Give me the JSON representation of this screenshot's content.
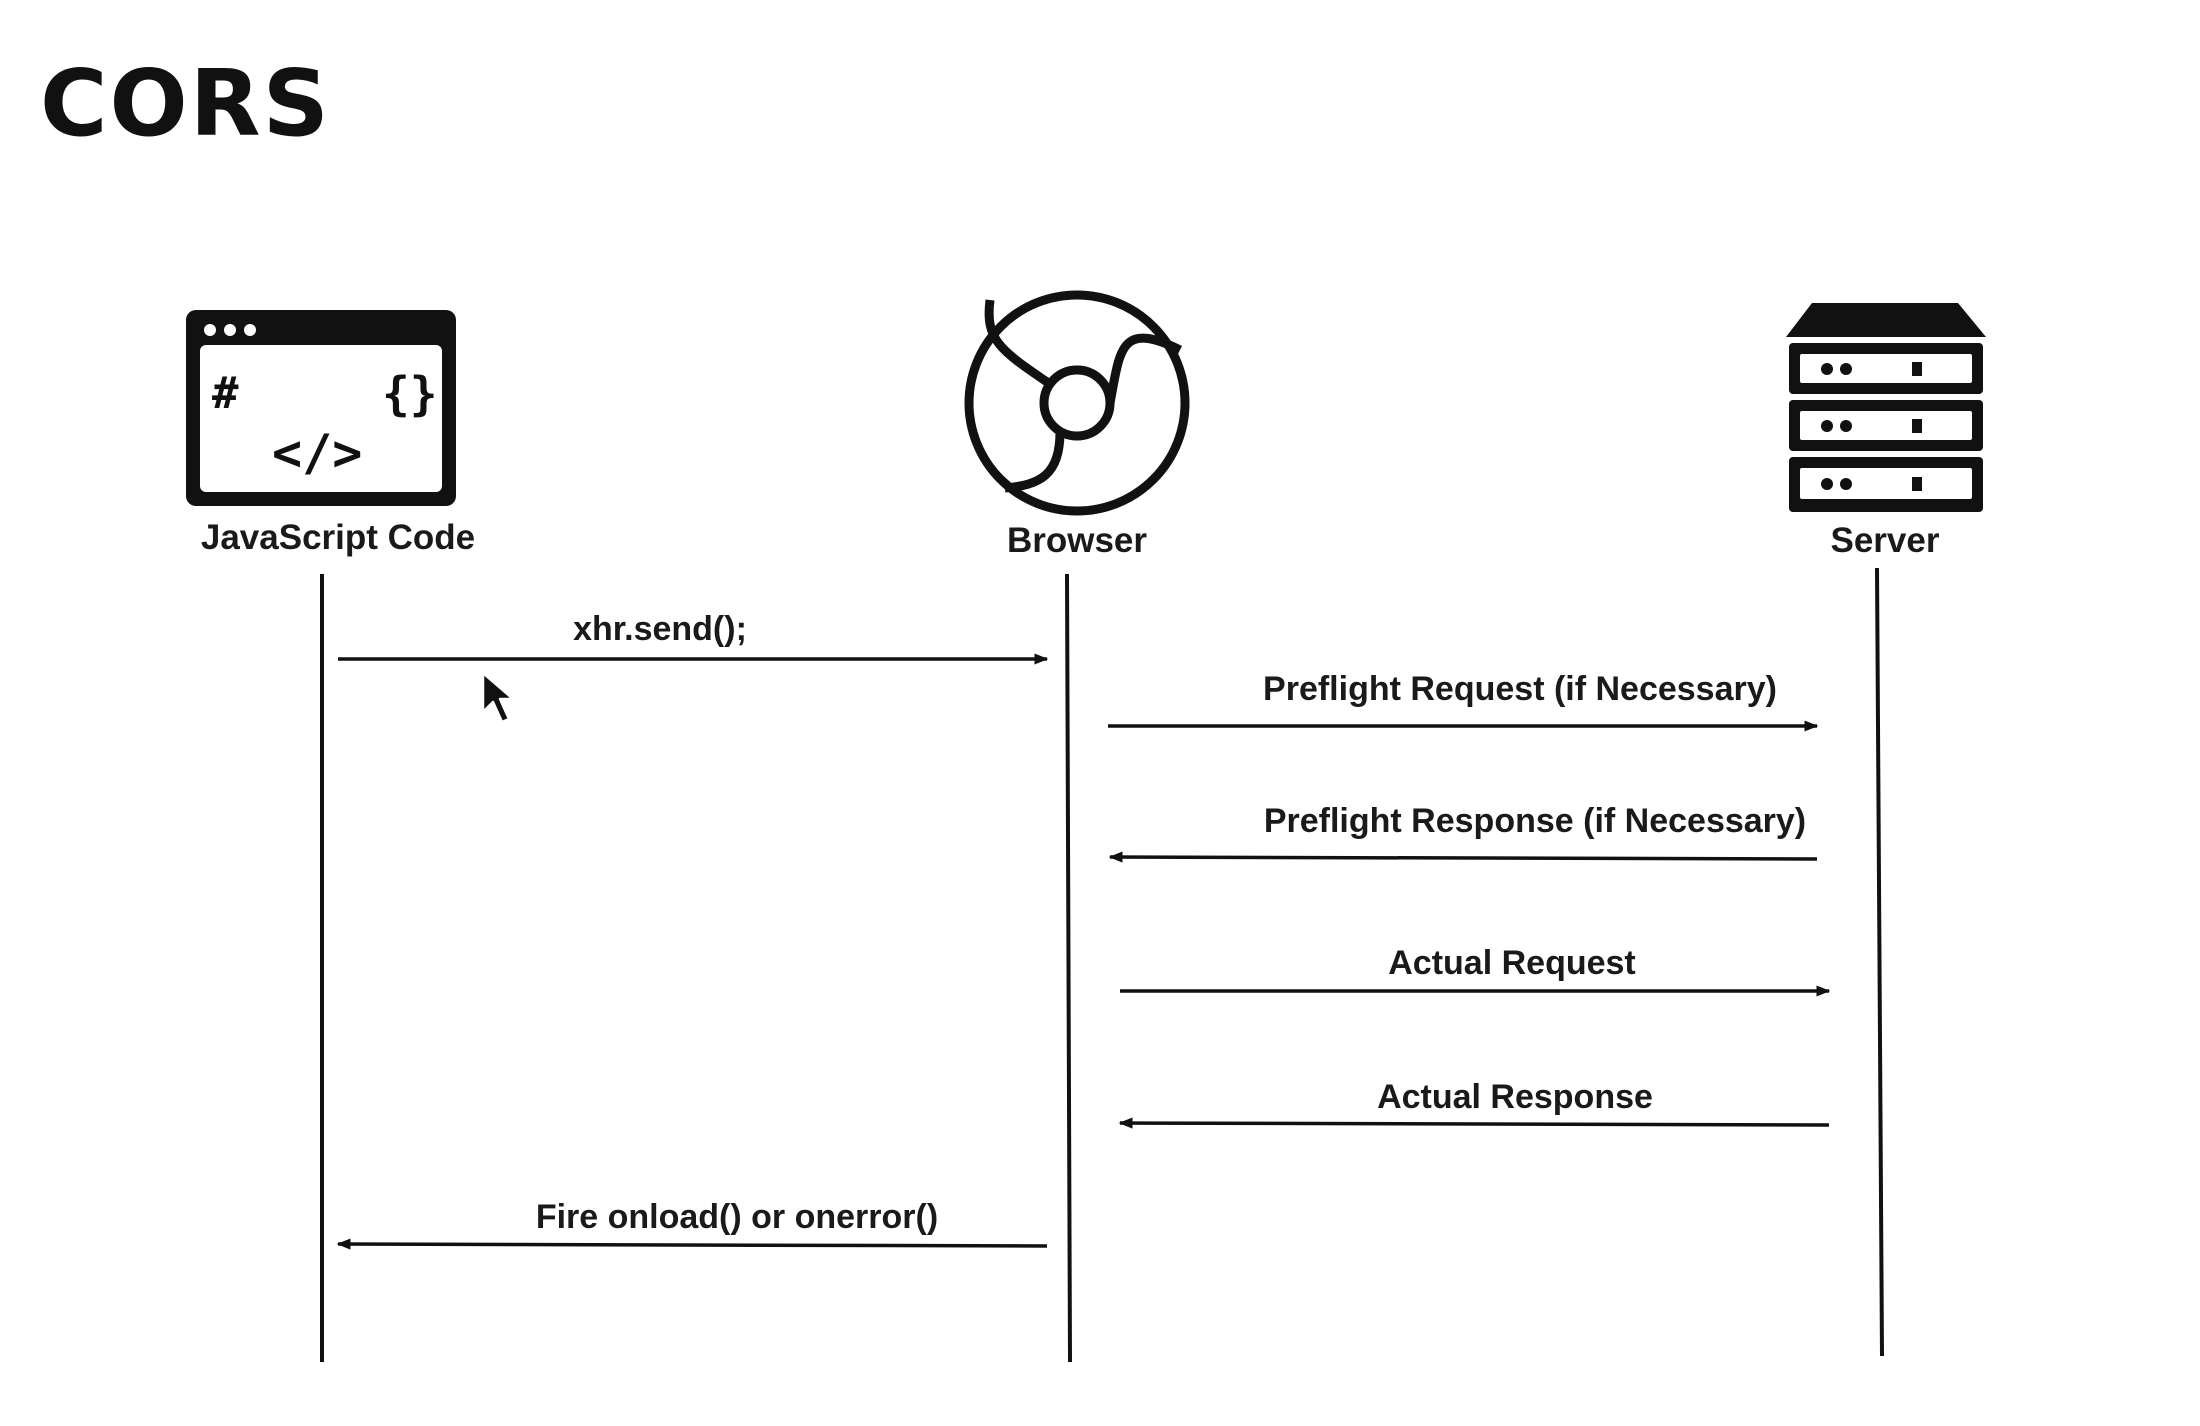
{
  "title": "CORS",
  "actors": {
    "js": {
      "label": "JavaScript Code",
      "icon": "code-window-icon"
    },
    "browser": {
      "label": "Browser",
      "icon": "browser-icon"
    },
    "server": {
      "label": "Server",
      "icon": "server-rack-icon"
    }
  },
  "messages": [
    {
      "label": "xhr.send();",
      "from": "js",
      "to": "browser"
    },
    {
      "label": "Preflight Request (if Necessary)",
      "from": "browser",
      "to": "server"
    },
    {
      "label": "Preflight Response (if Necessary)",
      "from": "server",
      "to": "browser"
    },
    {
      "label": "Actual Request",
      "from": "browser",
      "to": "server"
    },
    {
      "label": "Actual Response",
      "from": "server",
      "to": "browser"
    },
    {
      "label": "Fire onload() or onerror()",
      "from": "browser",
      "to": "js"
    }
  ],
  "colors": {
    "ink": "#111111",
    "background": "#ffffff"
  }
}
